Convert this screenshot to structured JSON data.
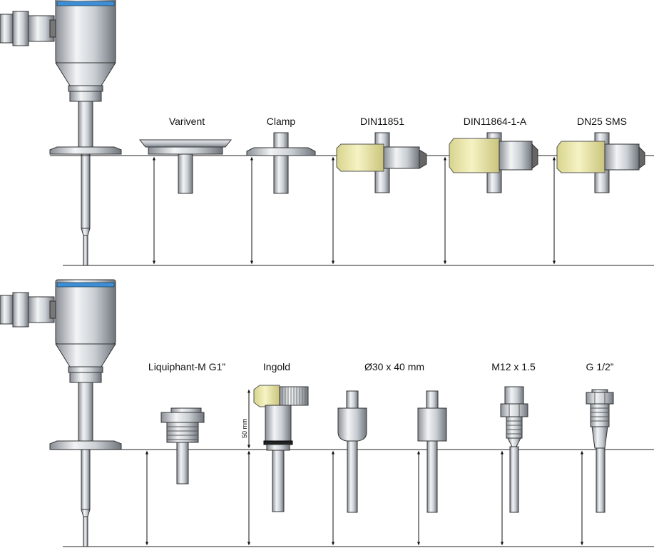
{
  "top_row": {
    "labels": [
      "Varivent",
      "Clamp",
      "DIN11851",
      "DIN11864-1-A",
      "DN25 SMS"
    ]
  },
  "bottom_row": {
    "labels": [
      "Liquiphant-M G1”",
      "Ingold",
      "Ø30 x 40 mm",
      "M12 x 1.5",
      "G 1/2”"
    ],
    "dimension_label": "50 mm"
  }
}
